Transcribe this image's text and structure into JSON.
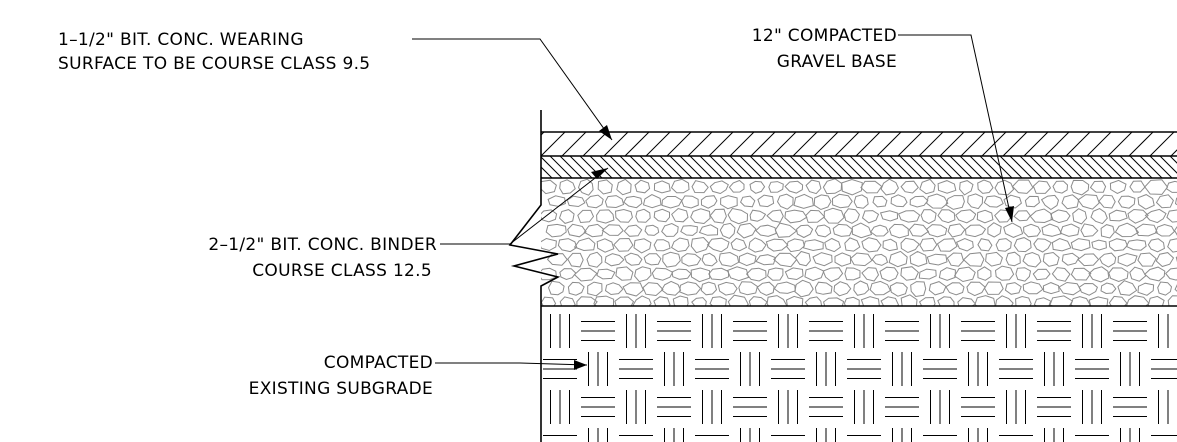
{
  "layers": [
    {
      "id": "wearing",
      "pattern": "diagonal-hatch",
      "label_lines": [
        "1–1/2\" BIT. CONC. WEARING",
        "SURFACE TO BE COURSE CLASS 9.5"
      ]
    },
    {
      "id": "binder",
      "pattern": "cross-hatch",
      "label_lines": [
        "2–1/2\" BIT. CONC. BINDER",
        "COURSE CLASS 12.5"
      ]
    },
    {
      "id": "gravel",
      "pattern": "stone-aggregate",
      "label_lines": [
        "12\" COMPACTED",
        "GRAVEL BASE"
      ]
    },
    {
      "id": "subgrade",
      "pattern": "basket-weave",
      "label_lines": [
        "COMPACTED",
        "EXISTING SUBGRADE"
      ]
    }
  ],
  "colors": {
    "line": "#000000",
    "pattern_gray": "#8c8c8c",
    "background": "#ffffff"
  }
}
